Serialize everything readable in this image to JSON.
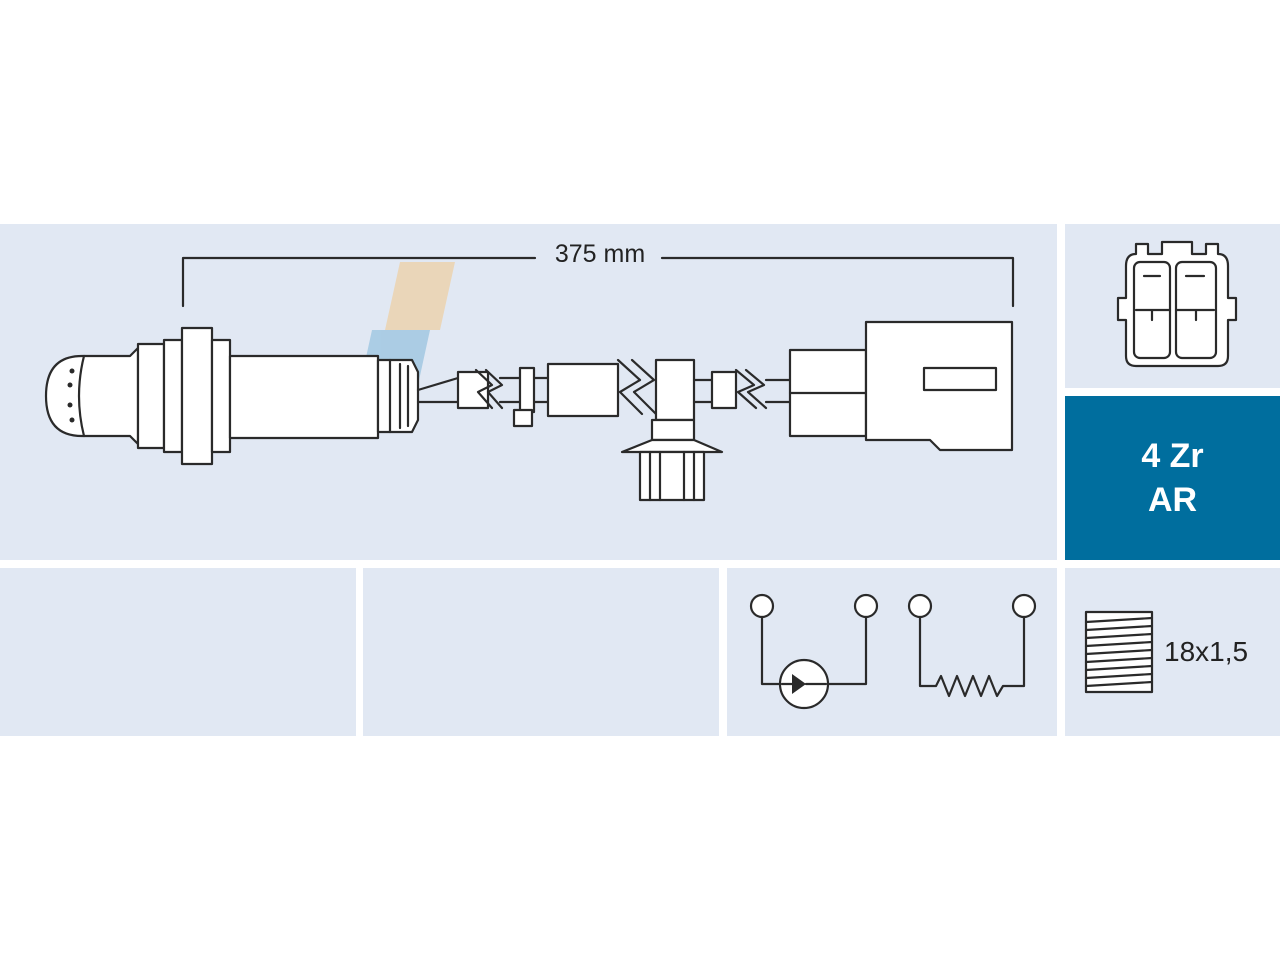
{
  "diagram": {
    "cable_length_label": "375 mm",
    "sensor_code": {
      "line1": "4 Zr",
      "line2": "AR"
    },
    "thread_label": "18x1,5",
    "colors": {
      "panel_bg": "#e1e8f3",
      "accent": "#006e9e",
      "line": "#2a2a2a",
      "watermark": [
        "#f3c98a",
        "#7fb6d8"
      ]
    },
    "icons": [
      "oxygen-sensor-drawing",
      "connector-pinout-icon",
      "pump-cell-symbol",
      "heater-resistor-symbol",
      "thread-icon",
      "brand-watermark"
    ]
  }
}
